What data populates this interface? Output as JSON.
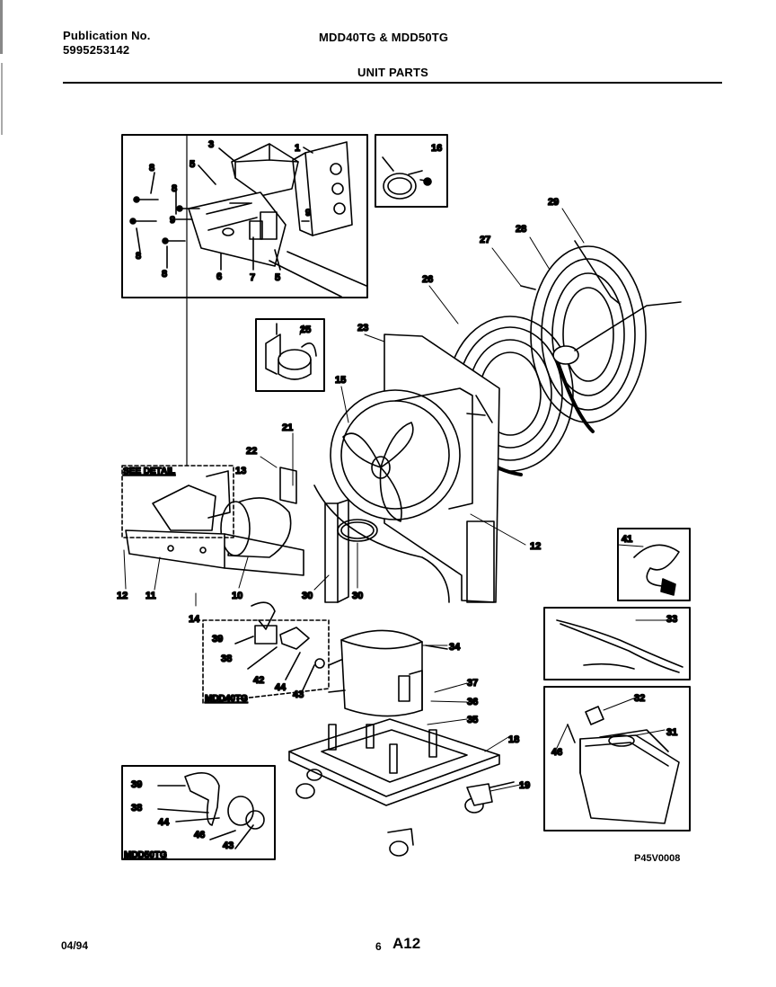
{
  "header": {
    "publication_label": "Publication No.",
    "publication_number": "5995253142",
    "models": "MDD40TG & MDD50TG",
    "section_title": "UNIT PARTS"
  },
  "footer": {
    "date": "04/94",
    "page_number": "6",
    "page_code": "A12"
  },
  "figure_id": "P45V0008",
  "insets": {
    "see_detail": "SEE DETAIL",
    "mdd40": "MDD40TG",
    "mdd50": "MDD50TG"
  },
  "callouts": {
    "c1": "1",
    "c3": "3",
    "c5a": "5",
    "c5b": "5",
    "c6": "6",
    "c7": "7",
    "c8a": "8",
    "c8b": "8",
    "c8c": "8",
    "c8d": "8",
    "c9a": "9",
    "c9b": "9",
    "c10": "10",
    "c11": "11",
    "c12a": "12",
    "c12b": "12",
    "c13": "13",
    "c14": "14",
    "c15": "15",
    "c16": "16",
    "c18": "18",
    "c19": "19",
    "c21": "21",
    "c22": "22",
    "c23": "23",
    "c25": "25",
    "c26": "26",
    "c27": "27",
    "c28": "28",
    "c29": "29",
    "c30a": "30",
    "c30b": "30",
    "c31": "31",
    "c32": "32",
    "c33": "33",
    "c34": "34",
    "c35": "35",
    "c36": "36",
    "c37": "37",
    "c38a": "38",
    "c38b": "38",
    "c39a": "39",
    "c39b": "39",
    "c41": "41",
    "c42": "42",
    "c43a": "43",
    "c43b": "43",
    "c44a": "44",
    "c44b": "44",
    "c46a": "46",
    "c46b": "46"
  }
}
